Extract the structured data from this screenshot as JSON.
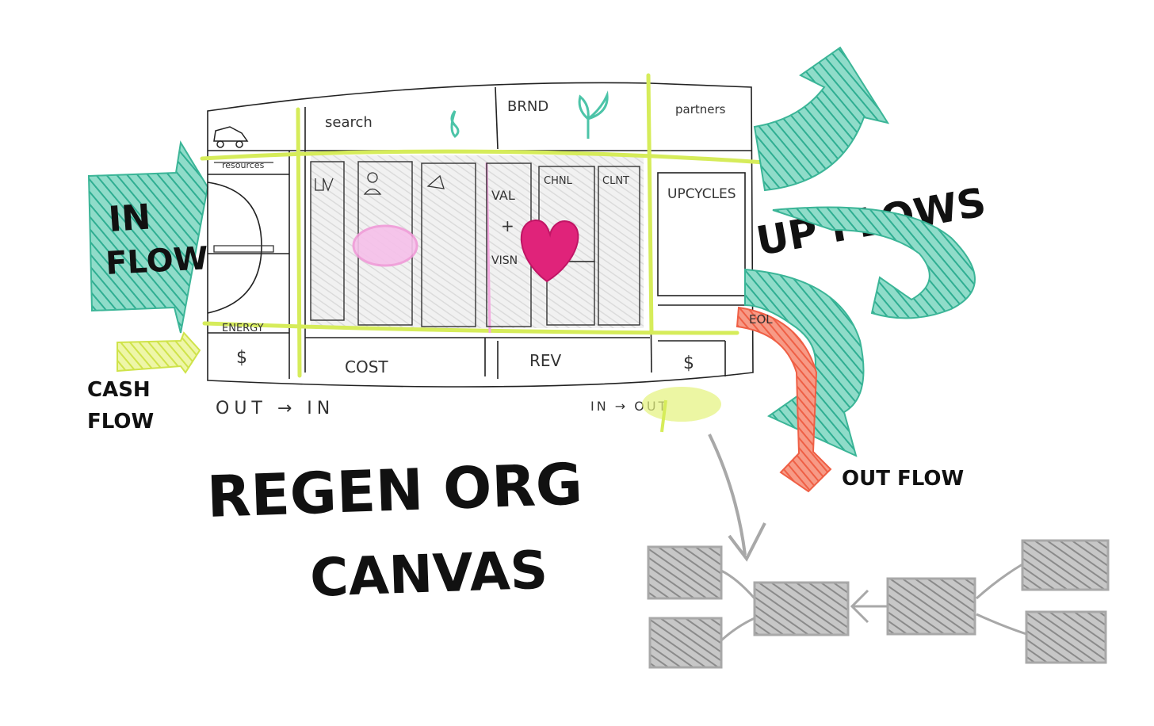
{
  "labels": {
    "in_flow_1": "IN",
    "in_flow_2": "FLOW",
    "cash_flow_1": "CASH",
    "cash_flow_2": "FLOW",
    "up_flows": "UP FLOWS",
    "out_flow": "OUT FLOW",
    "title_1": "REGEN ORG",
    "title_2": "CANVAS",
    "out_in": "OUT → IN",
    "in_out": "IN → OUT"
  },
  "canvas_cells": {
    "search": "search",
    "brand": "BRND",
    "partners": "partners",
    "resources": "resources",
    "energy": "ENERGY",
    "left_dollar": "$",
    "value_prop_1": "VAL",
    "value_prop_2": "+",
    "value_prop_3": "VISN",
    "channels": "CHNL",
    "clients": "CLNT",
    "upcycles": "UPCYCLES",
    "cost": "COST",
    "revenue": "REV",
    "right_dollar": "$",
    "eol": "EOL"
  },
  "colors": {
    "teal": "#4cc4a8",
    "lime": "#d6ec5a",
    "salmon": "#f2735a",
    "magenta": "#e0237a",
    "pink": "#f4a8e0",
    "gray_fill": "#9e9e9e",
    "ink": "#111111"
  }
}
